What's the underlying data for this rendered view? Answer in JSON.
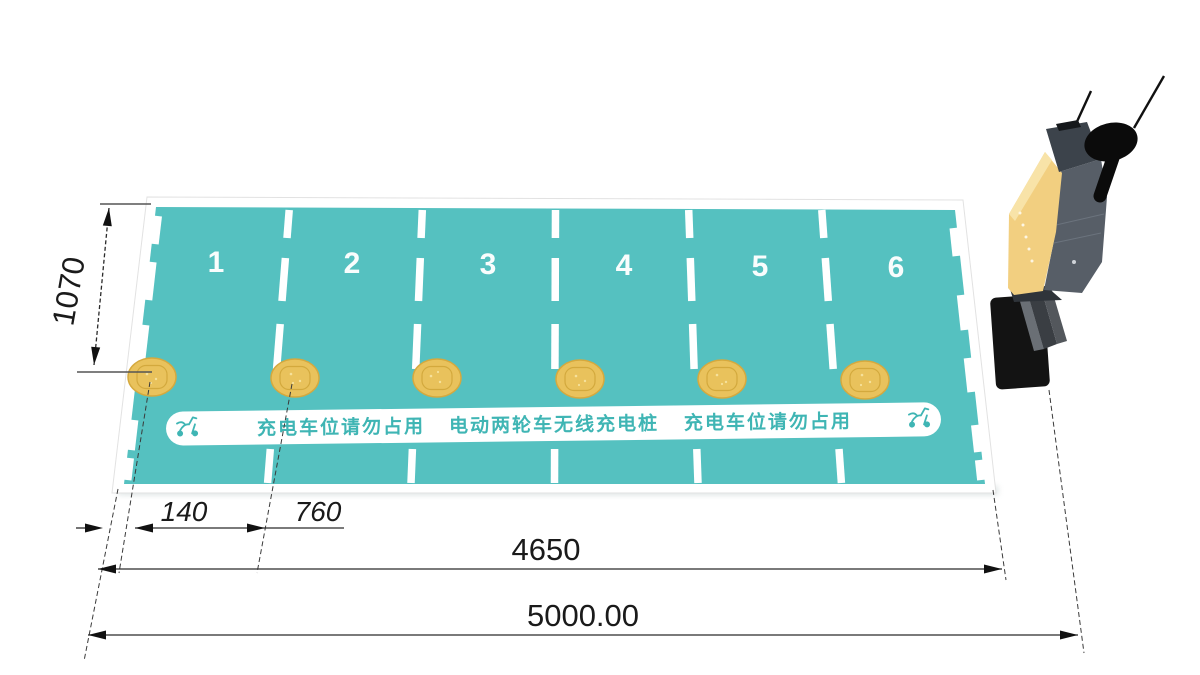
{
  "mat": {
    "spot_labels": [
      "1",
      "2",
      "3",
      "4",
      "5",
      "6"
    ],
    "banner": {
      "left": "充电车位请勿占用",
      "center": "电动两轮车无线充电桩",
      "right": "充电车位请勿占用"
    }
  },
  "dimensions": {
    "mat_depth": "1070",
    "pad_edge_offset": "140",
    "pad_pitch": "760",
    "mat_length": "4650",
    "total_length": "5000.00"
  },
  "colors": {
    "mat_teal": "#55C1C0",
    "banner_text_teal": "#3FB5B4",
    "pad_yellow": "#E9C25C",
    "station_yellow": "#F2CF80",
    "station_gray": "#575E67",
    "dimension_line": "#2A2A2A"
  }
}
